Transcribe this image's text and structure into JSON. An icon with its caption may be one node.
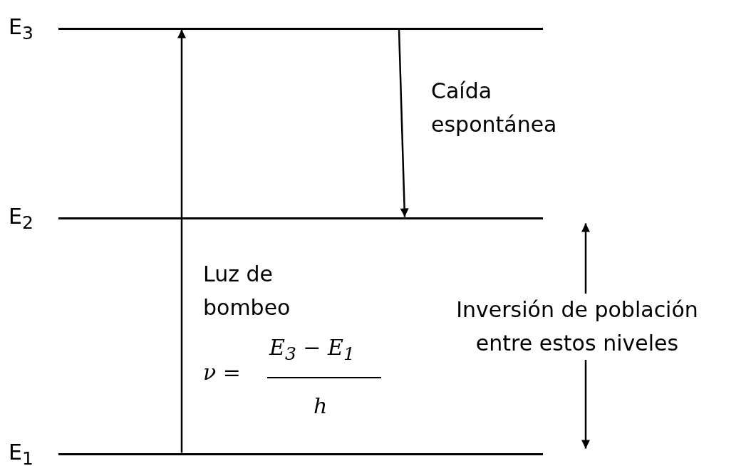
{
  "diagram": {
    "nodes": [
      {
        "text": [],
        "shape": "bar",
        "beside": [
          "E$_{3}$"
        ]
      },
      {
        "text": [],
        "shape": "bar",
        "beside": [
          "E$_{2}$"
        ]
      },
      {
        "text": [],
        "shape": "bar",
        "beside": [
          "E$_{1}$"
        ]
      }
    ],
    "edges": [
      {
        "from": 2,
        "to": 0,
        "arrow": "to",
        "label": "Luz de bombeo"
      },
      {
        "from": 0,
        "to": 1,
        "arrow": "to",
        "label": "Caída espontánea"
      },
      {
        "from": 1,
        "to": 2,
        "arrow": "both",
        "label": "Inversión de población entre estos niveles"
      }
    ],
    "labels": [
      "ν =",
      "E$_{3}$ − E$_{1}$",
      "h"
    ]
  }
}
